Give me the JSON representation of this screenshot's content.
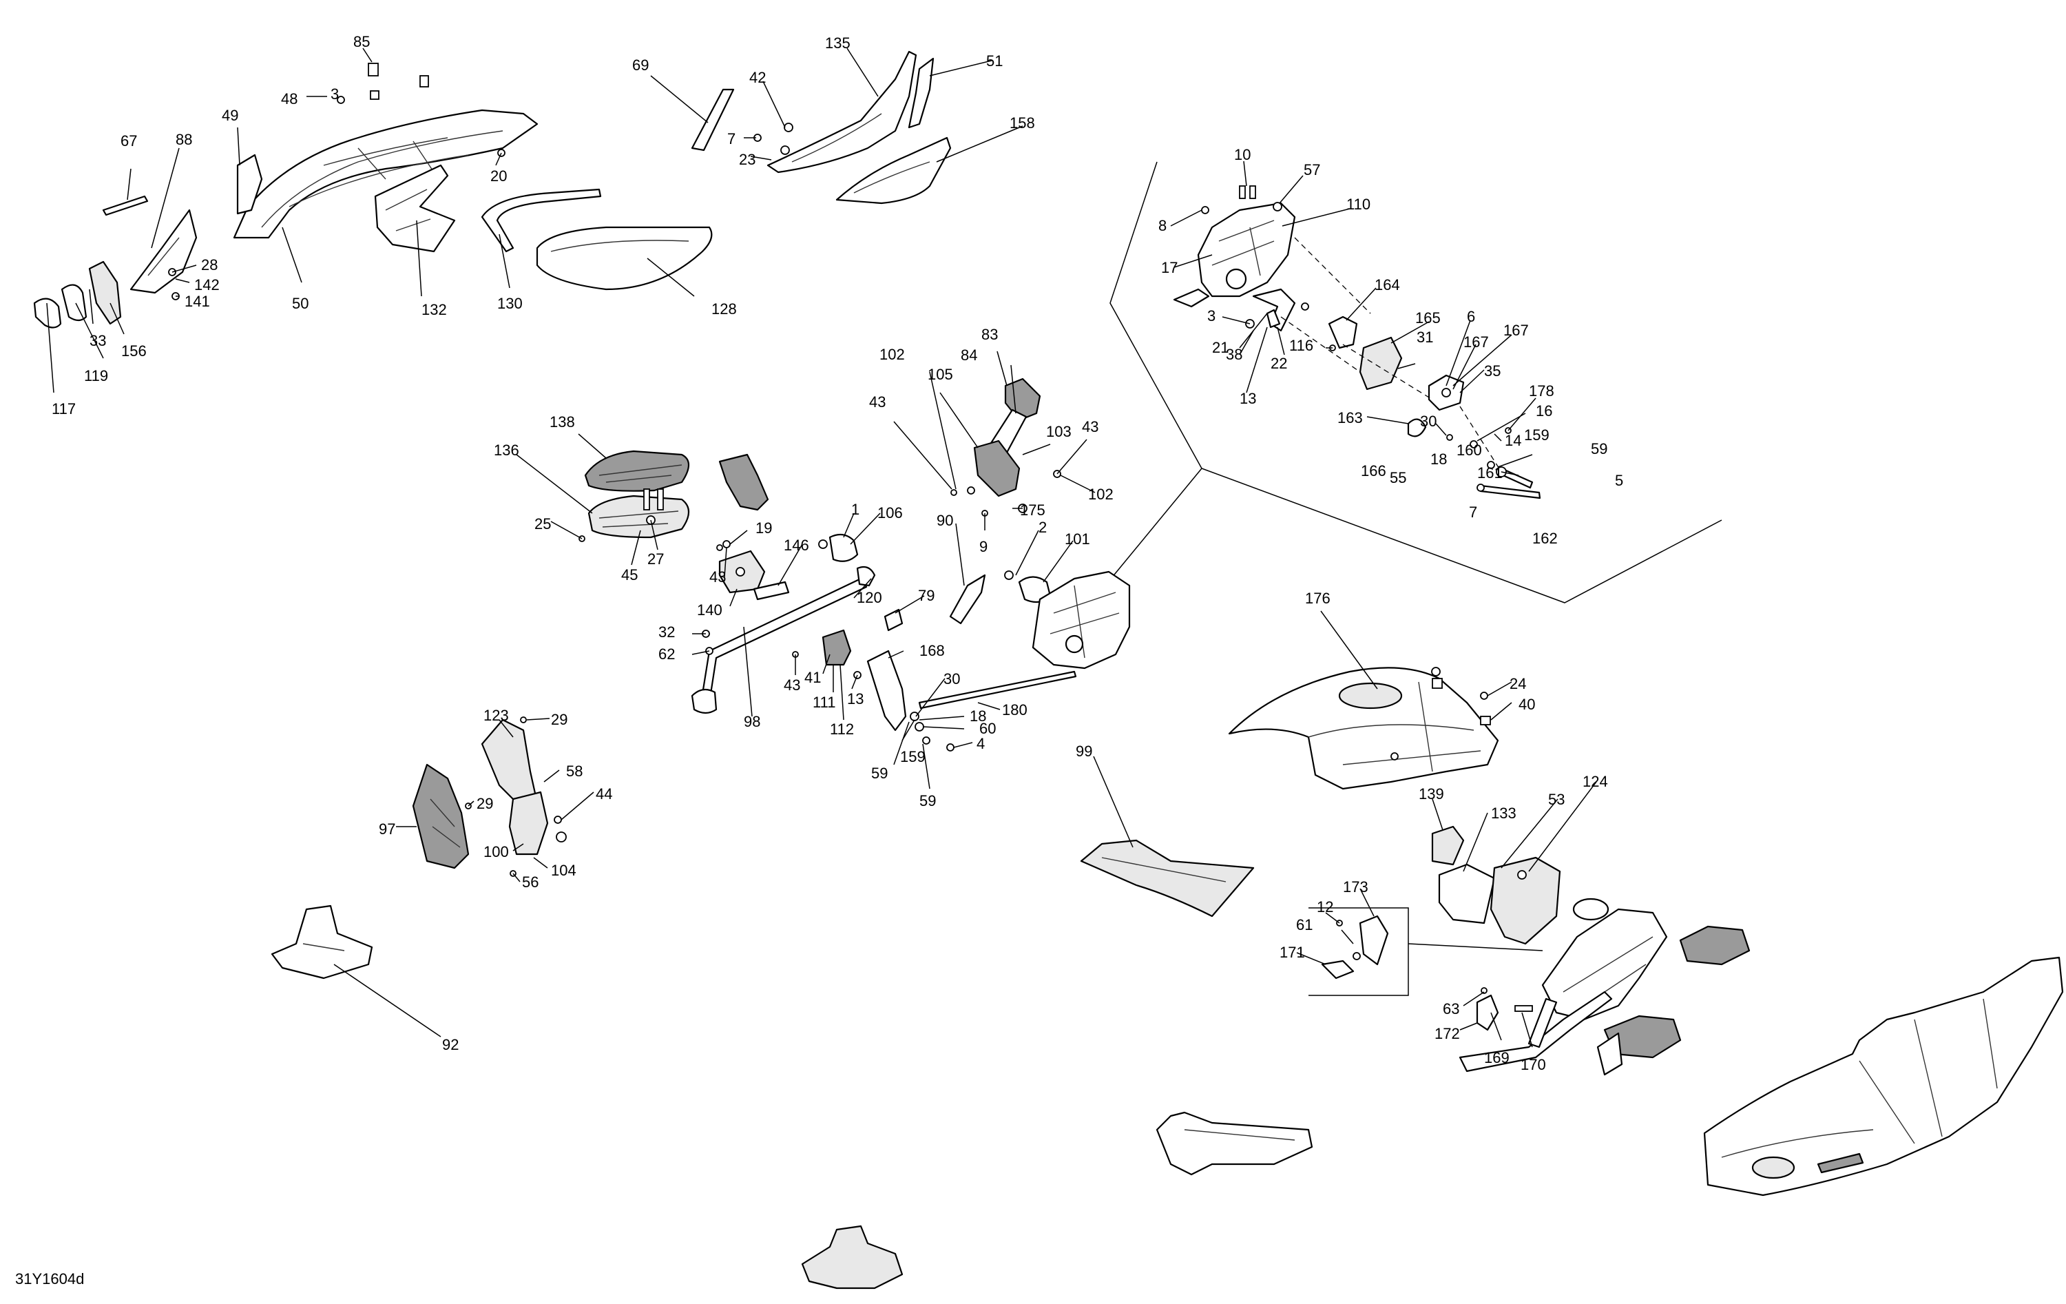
{
  "diagram_code": "31Y1604d",
  "callouts": [
    {
      "label": "85"
    },
    {
      "label": "48"
    },
    {
      "label": "3"
    },
    {
      "label": "49"
    },
    {
      "label": "88"
    },
    {
      "label": "67"
    },
    {
      "label": "20"
    },
    {
      "label": "28"
    },
    {
      "label": "142"
    },
    {
      "label": "141"
    },
    {
      "label": "50"
    },
    {
      "label": "132"
    },
    {
      "label": "130"
    },
    {
      "label": "128"
    },
    {
      "label": "33"
    },
    {
      "label": "156"
    },
    {
      "label": "119"
    },
    {
      "label": "117"
    },
    {
      "label": "69"
    },
    {
      "label": "42"
    },
    {
      "label": "135"
    },
    {
      "label": "51"
    },
    {
      "label": "7"
    },
    {
      "label": "23"
    },
    {
      "label": "158"
    },
    {
      "label": "10"
    },
    {
      "label": "57"
    },
    {
      "label": "8"
    },
    {
      "label": "110"
    },
    {
      "label": "17"
    },
    {
      "label": "164"
    },
    {
      "label": "3"
    },
    {
      "label": "165"
    },
    {
      "label": "6"
    },
    {
      "label": "167"
    },
    {
      "label": "21"
    },
    {
      "label": "116"
    },
    {
      "label": "31"
    },
    {
      "label": "167"
    },
    {
      "label": "38"
    },
    {
      "label": "22"
    },
    {
      "label": "35"
    },
    {
      "label": "13"
    },
    {
      "label": "178"
    },
    {
      "label": "16"
    },
    {
      "label": "163"
    },
    {
      "label": "30"
    },
    {
      "label": "14"
    },
    {
      "label": "18"
    },
    {
      "label": "160"
    },
    {
      "label": "159"
    },
    {
      "label": "166"
    },
    {
      "label": "55"
    },
    {
      "label": "161"
    },
    {
      "label": "59"
    },
    {
      "label": "5"
    },
    {
      "label": "7"
    },
    {
      "label": "162"
    },
    {
      "label": "102"
    },
    {
      "label": "83"
    },
    {
      "label": "84"
    },
    {
      "label": "105"
    },
    {
      "label": "43"
    },
    {
      "label": "103"
    },
    {
      "label": "43"
    },
    {
      "label": "102"
    },
    {
      "label": "175"
    },
    {
      "label": "9"
    },
    {
      "label": "138"
    },
    {
      "label": "136"
    },
    {
      "label": "25"
    },
    {
      "label": "45"
    },
    {
      "label": "27"
    },
    {
      "label": "19"
    },
    {
      "label": "1"
    },
    {
      "label": "106"
    },
    {
      "label": "146"
    },
    {
      "label": "43"
    },
    {
      "label": "140"
    },
    {
      "label": "90"
    },
    {
      "label": "2"
    },
    {
      "label": "101"
    },
    {
      "label": "120"
    },
    {
      "label": "79"
    },
    {
      "label": "32"
    },
    {
      "label": "62"
    },
    {
      "label": "98"
    },
    {
      "label": "43"
    },
    {
      "label": "41"
    },
    {
      "label": "13"
    },
    {
      "label": "111"
    },
    {
      "label": "112"
    },
    {
      "label": "168"
    },
    {
      "label": "30"
    },
    {
      "label": "18"
    },
    {
      "label": "180"
    },
    {
      "label": "60"
    },
    {
      "label": "4"
    },
    {
      "label": "159"
    },
    {
      "label": "59"
    },
    {
      "label": "59"
    },
    {
      "label": "176"
    },
    {
      "label": "24"
    },
    {
      "label": "40"
    },
    {
      "label": "123"
    },
    {
      "label": "29"
    },
    {
      "label": "58"
    },
    {
      "label": "29"
    },
    {
      "label": "44"
    },
    {
      "label": "97"
    },
    {
      "label": "100"
    },
    {
      "label": "104"
    },
    {
      "label": "56"
    },
    {
      "label": "99"
    },
    {
      "label": "139"
    },
    {
      "label": "53"
    },
    {
      "label": "133"
    },
    {
      "label": "124"
    },
    {
      "label": "173"
    },
    {
      "label": "12"
    },
    {
      "label": "61"
    },
    {
      "label": "171"
    },
    {
      "label": "63"
    },
    {
      "label": "172"
    },
    {
      "label": "169"
    },
    {
      "label": "170"
    },
    {
      "label": "92"
    }
  ]
}
